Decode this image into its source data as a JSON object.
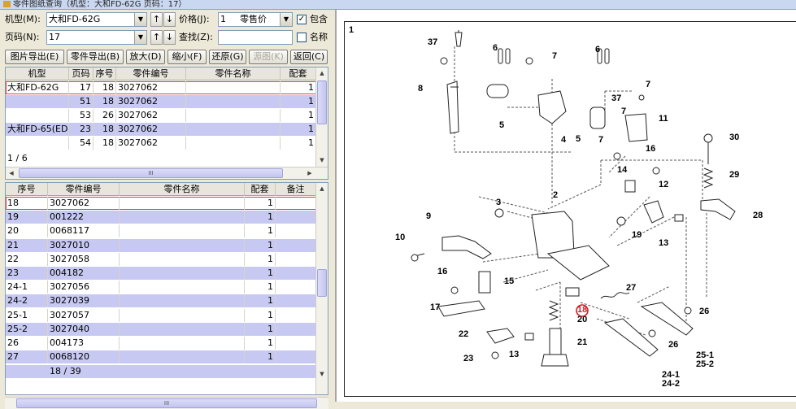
{
  "window": {
    "title": "零件图纸查询（机型：大和FD-62G 页码：17）"
  },
  "filters": {
    "model_label": "机型",
    "model_shortcut": "(M):",
    "model_value": "大和FD-62G",
    "page_label": "页码",
    "page_shortcut": "(N):",
    "page_value": "17",
    "price_label": "价格(J):",
    "price_qty": "1",
    "price_type": "零售价",
    "include_label": "包含",
    "include_checked": true,
    "search_label": "查找(Z):",
    "search_value": "",
    "name_label": "名称",
    "name_checked": false,
    "up_arrow": "↑",
    "down_arrow": "↓",
    "dropdown_glyph": "▼"
  },
  "toolbar": {
    "export_image": "图片导出(E)",
    "export_parts": "零件导出(B)",
    "zoom_in": "放大(D)",
    "zoom_out": "缩小(F)",
    "restore": "还原(G)",
    "original": "源图(K)",
    "back": "返回(C)"
  },
  "model_table": {
    "headers": [
      "机型",
      "页码",
      "序号",
      "零件编号",
      "零件名称",
      "配套"
    ],
    "rows": [
      {
        "model": "大和FD-62G",
        "page": "17",
        "seq": "18",
        "part_no": "3027062",
        "name": "",
        "qty": "1"
      },
      {
        "model": "",
        "page": "51",
        "seq": "18",
        "part_no": "3027062",
        "name": "",
        "qty": "1"
      },
      {
        "model": "",
        "page": "53",
        "seq": "26",
        "part_no": "3027062",
        "name": "",
        "qty": "1"
      },
      {
        "model": "大和FD-65(ED",
        "page": "23",
        "seq": "18",
        "part_no": "3027062",
        "name": "",
        "qty": "1"
      },
      {
        "model": "",
        "page": "54",
        "seq": "18",
        "part_no": "3027062",
        "name": "",
        "qty": "1"
      }
    ],
    "footer": "1 / 6",
    "hscroll_glyph": "III"
  },
  "parts_table": {
    "headers": [
      "序号",
      "零件编号",
      "零件名称",
      "配套",
      "备注"
    ],
    "rows": [
      {
        "seq": "18",
        "part_no": "3027062",
        "name": "",
        "qty": "1",
        "note": ""
      },
      {
        "seq": "19",
        "part_no": "001222",
        "name": "",
        "qty": "1",
        "note": ""
      },
      {
        "seq": "20",
        "part_no": "0068117",
        "name": "",
        "qty": "1",
        "note": ""
      },
      {
        "seq": "21",
        "part_no": "3027010",
        "name": "",
        "qty": "1",
        "note": ""
      },
      {
        "seq": "22",
        "part_no": "3027058",
        "name": "",
        "qty": "1",
        "note": ""
      },
      {
        "seq": "23",
        "part_no": "004182",
        "name": "",
        "qty": "1",
        "note": ""
      },
      {
        "seq": "24-1",
        "part_no": "3027056",
        "name": "",
        "qty": "1",
        "note": ""
      },
      {
        "seq": "24-2",
        "part_no": "3027039",
        "name": "",
        "qty": "1",
        "note": ""
      },
      {
        "seq": "25-1",
        "part_no": "3027057",
        "name": "",
        "qty": "1",
        "note": ""
      },
      {
        "seq": "25-2",
        "part_no": "3027040",
        "name": "",
        "qty": "1",
        "note": ""
      },
      {
        "seq": "26",
        "part_no": "004173",
        "name": "",
        "qty": "1",
        "note": ""
      },
      {
        "seq": "27",
        "part_no": "0068120",
        "name": "",
        "qty": "1",
        "note": ""
      }
    ],
    "footer": "18 / 39",
    "hscroll_glyph": "III"
  },
  "diagram": {
    "figure_number": "1",
    "highlighted_callout": "18",
    "callouts": [
      "37",
      "6",
      "7",
      "6",
      "7",
      "8",
      "5",
      "4",
      "5",
      "37",
      "7",
      "11",
      "7",
      "16",
      "14",
      "30",
      "29",
      "12",
      "3",
      "2",
      "9",
      "28",
      "19",
      "13",
      "10",
      "16",
      "15",
      "27",
      "17",
      "18",
      "20",
      "26",
      "22",
      "13",
      "21",
      "26",
      "23",
      "25-1",
      "25-2",
      "24-1",
      "24-2"
    ]
  },
  "colors": {
    "row_alt": "#c7c9f2",
    "selection_outline": "#d8424a",
    "highlight_circle": "#d0202a"
  }
}
